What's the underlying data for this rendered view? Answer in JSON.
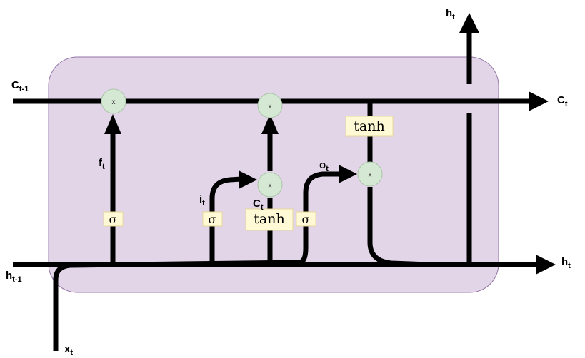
{
  "colors": {
    "cell_fill": "#e1d5e7",
    "cell_stroke": "#9673a6",
    "gate_fill": "#fff9d6",
    "node_fill": "#d5e8d4",
    "wire": "#000000"
  },
  "labels": {
    "c_prev": {
      "base": "C",
      "sub": "t-1"
    },
    "c_out": {
      "base": "C",
      "sub": "t"
    },
    "h_prev": {
      "base": "h",
      "sub": "t-1"
    },
    "h_out_right": {
      "base": "h",
      "sub": "t"
    },
    "h_out_top": {
      "base": "h",
      "sub": "t"
    },
    "x_in": {
      "base": "x",
      "sub": "t"
    },
    "f_gate": {
      "base": "f",
      "sub": "t"
    },
    "i_gate": {
      "base": "i",
      "sub": "t"
    },
    "c_candidate": {
      "base": "C",
      "sub": "t"
    },
    "o_gate": {
      "base": "o",
      "sub": "t"
    }
  },
  "gates": {
    "sigma_forget": "σ",
    "sigma_input": "σ",
    "tanh_candidate": "tanh",
    "sigma_output": "σ",
    "tanh_cell": "tanh"
  },
  "operators": {
    "mult_forget": "x",
    "mult_input": "x",
    "mult_candidate": "x",
    "mult_output": "x"
  }
}
